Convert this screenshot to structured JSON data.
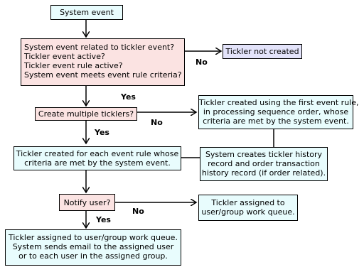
{
  "nodes": {
    "system_event": "System event",
    "decision1": [
      "System event related to tickler event?",
      "Tickler event active?",
      "Tickler event rule active?",
      "System event meets event rule criteria?"
    ],
    "not_created": "Tickler not created",
    "multiple": "Create multiple ticklers?",
    "first_rule": [
      "Tickler created using the first event rule,",
      "in processing sequence order, whose",
      "criteria are met by the system event."
    ],
    "each_rule": [
      "Tickler created for each event rule whose",
      "criteria are met by the system event."
    ],
    "history": [
      "System creates tickler history",
      "record and order transaction",
      "history record (if order related)."
    ],
    "notify": "Notify user?",
    "assigned_short": [
      "Tickler assigned to",
      "user/group work queue."
    ],
    "assigned_email": [
      "Tickler assigned to user/group work queue.",
      "System sends email to the assigned user",
      "or to each user in the assigned group."
    ]
  },
  "labels": {
    "no1": "No",
    "yes1": "Yes",
    "no2": "No",
    "yes2": "Yes",
    "no3": "No",
    "yes3": "Yes"
  },
  "colors": {
    "process_fill": "#e8fcfd",
    "decision_fill": "#fbe3e2",
    "terminal_fill": "#e3e3fa"
  }
}
